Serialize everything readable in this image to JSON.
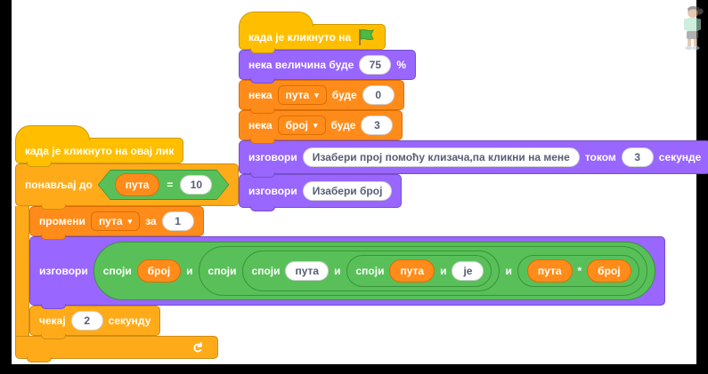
{
  "palette": {
    "events": "#FFBF00",
    "events_border": "#CC9900",
    "control": "#FFAB19",
    "control_border": "#CF8B17",
    "variables": "#FF8C1A",
    "variables_border": "#DB6E00",
    "looks": "#9966FF",
    "looks_border": "#774DCB",
    "operators": "#59C059",
    "operators_border": "#389438",
    "input_text": "#575E75",
    "canvas_bg": "#FFFFFF"
  },
  "icons": {
    "dropdown_caret": "▾",
    "loop_arrow": "↻"
  },
  "flag_stack": {
    "hat_label": "када је кликнуто на",
    "set_size": {
      "label_pre": "нека величина буде",
      "value": "75",
      "label_post": "%"
    },
    "set_times": {
      "label_pre": "нека",
      "variable": "пута",
      "label_mid": "буде",
      "value": "0"
    },
    "set_number": {
      "label_pre": "нека",
      "variable": "број",
      "label_mid": "буде",
      "value": "3"
    },
    "say_wait": {
      "label_pre": "изговори",
      "message": "Изабери прој помоћу клизача,па кликни на мене",
      "label_mid": "током",
      "value": "3",
      "label_post": "секунде"
    },
    "say": {
      "label_pre": "изговори",
      "message": "Изабери број"
    }
  },
  "sprite_stack": {
    "hat_label": "када је кликнуто на овај лик",
    "repeat_until": {
      "label": "понављај до",
      "left_var": "пута",
      "operator": "=",
      "right_value": "10"
    },
    "change_var": {
      "label_pre": "промени",
      "variable": "пута",
      "label_mid": "за",
      "value": "1"
    },
    "say_join": {
      "label_pre": "изговори",
      "j1": {
        "label": "споји",
        "arg1_var": "број",
        "and": "и"
      },
      "j2": {
        "label": "споји",
        "and": "и"
      },
      "j3": {
        "label": "споји",
        "arg1_text": "пута",
        "and": "и"
      },
      "j4": {
        "label": "споји",
        "arg1_var": "пута",
        "and": "и",
        "arg2_text": "је"
      },
      "mul": {
        "left_var": "пута",
        "operator": "*",
        "right_var": "број"
      }
    },
    "wait": {
      "label_pre": "чекај",
      "value": "2",
      "label_post": "секунду"
    }
  }
}
